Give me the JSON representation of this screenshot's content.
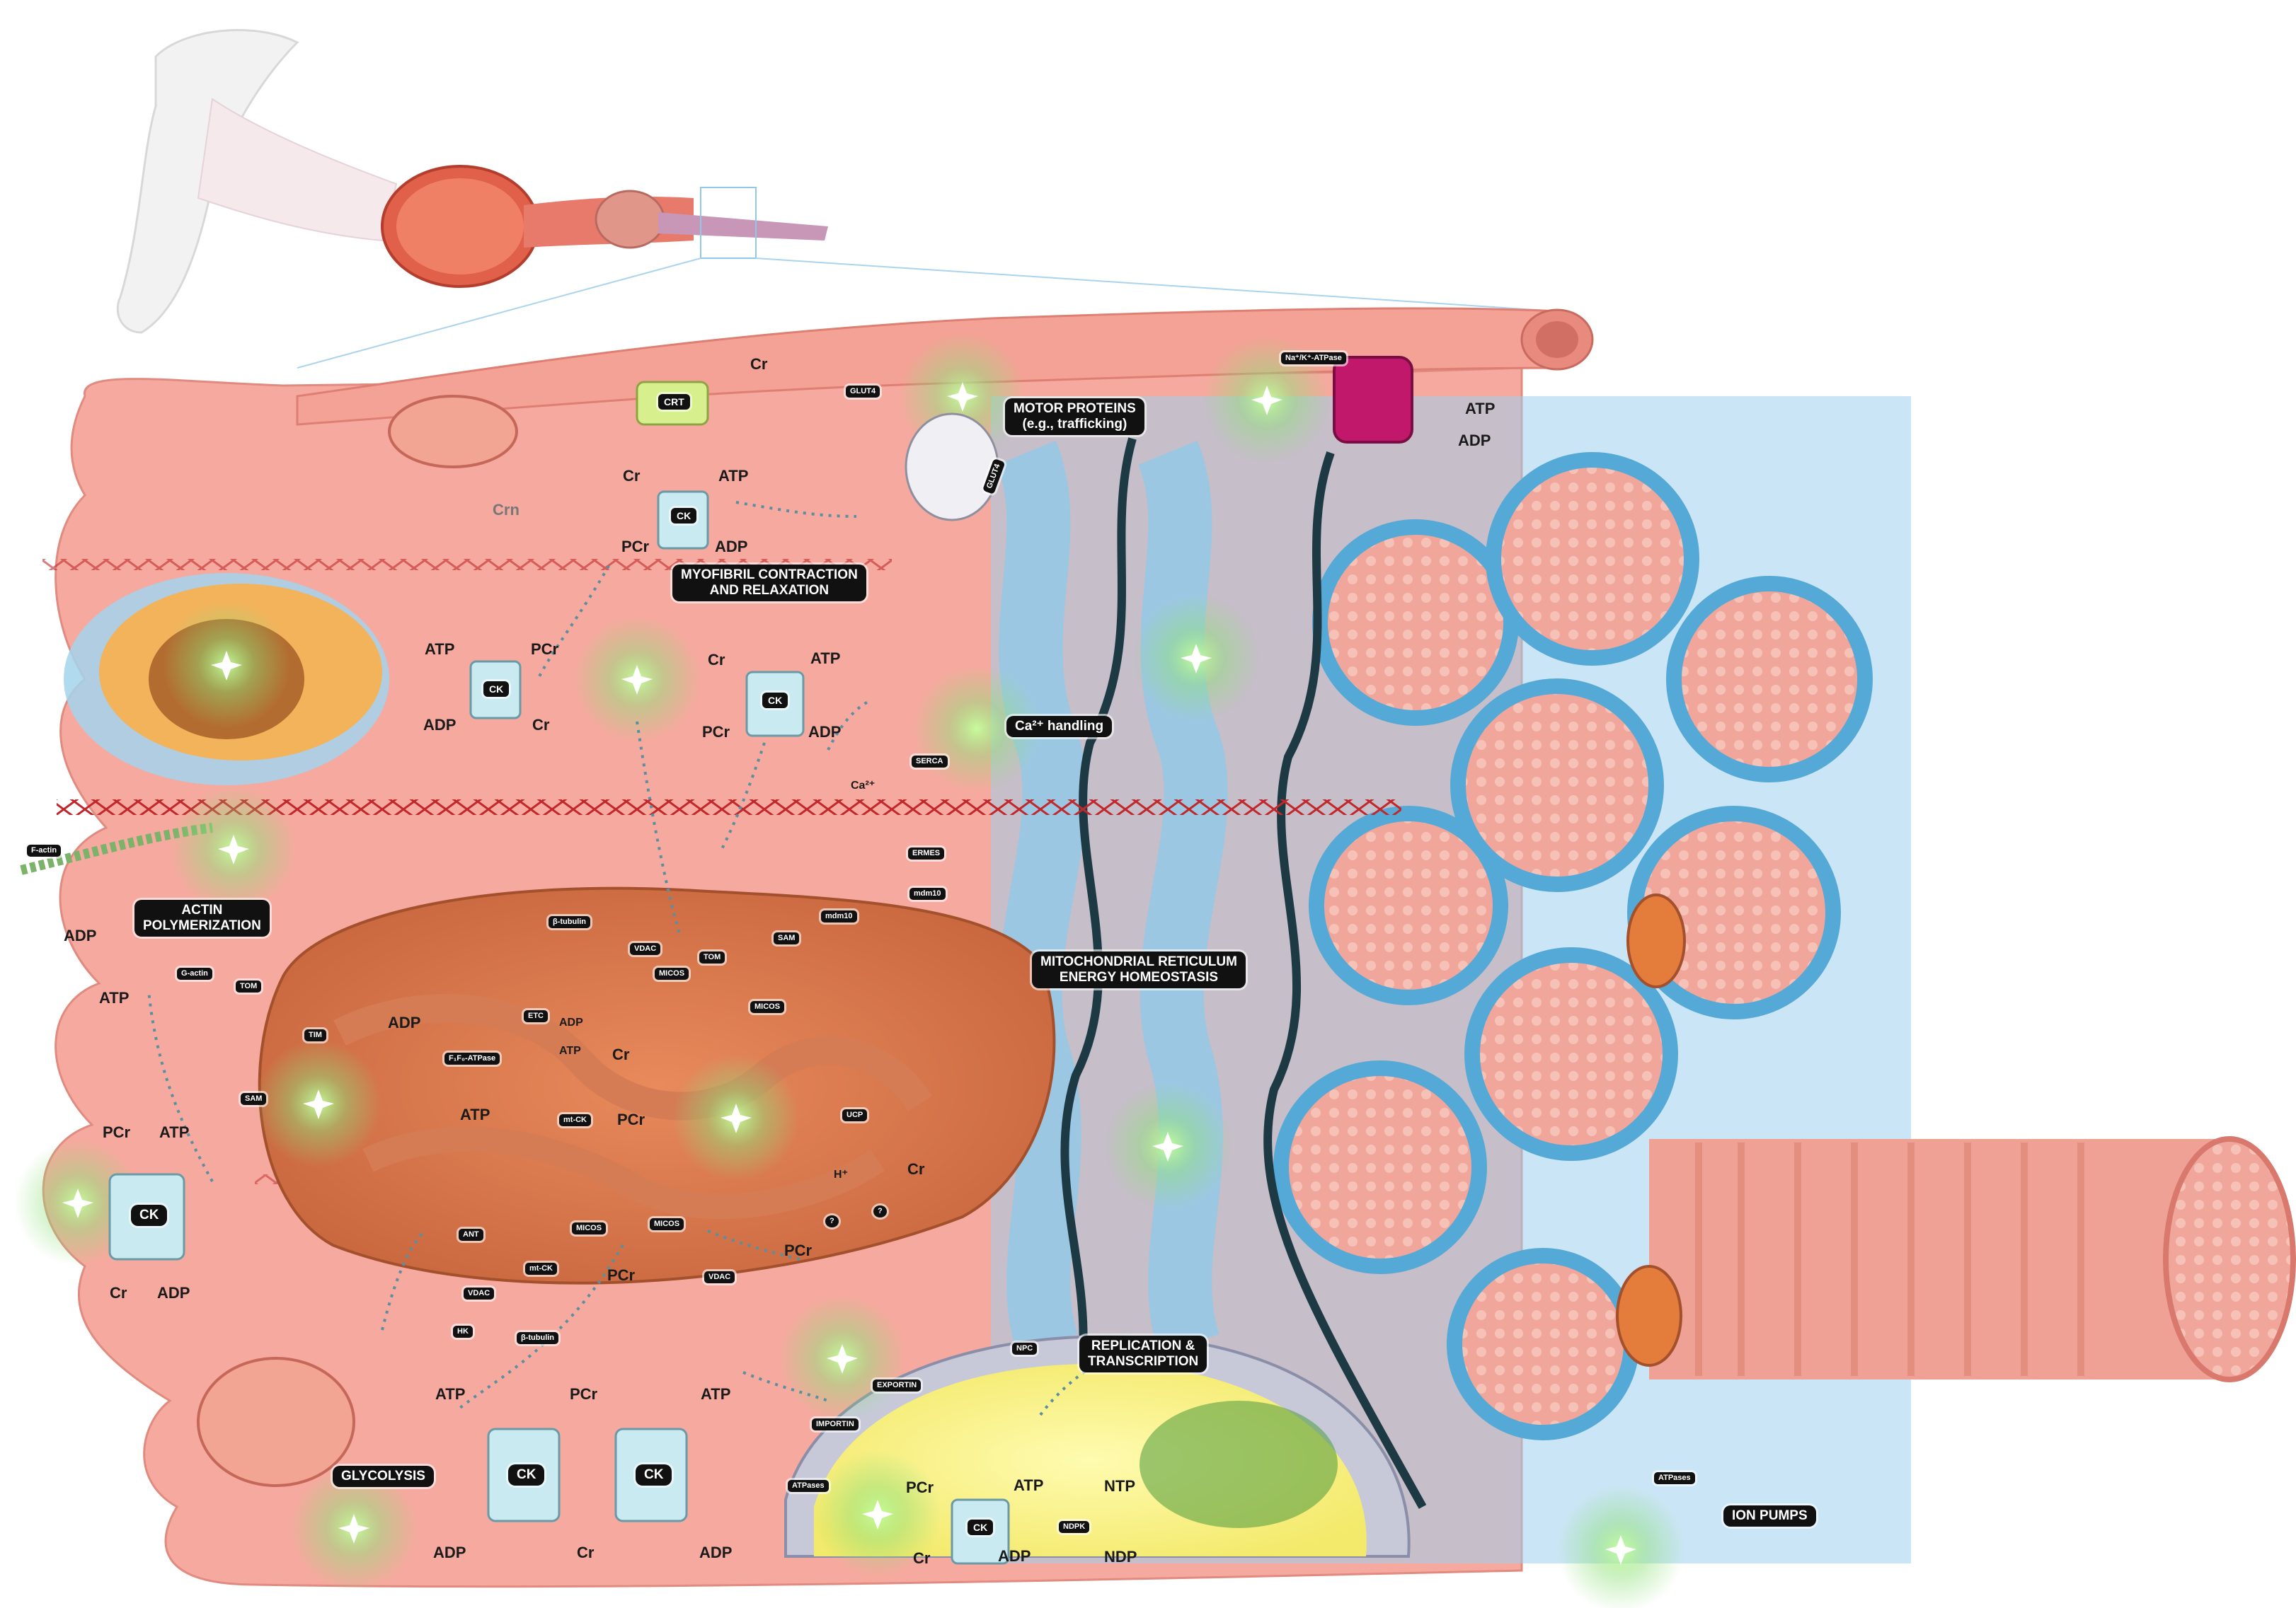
{
  "labels": {
    "motor_proteins_1": "MOTOR PROTEINS",
    "motor_proteins_2": "(e.g., trafficking)",
    "myofibril_1": "MYOFIBRIL CONTRACTION",
    "myofibril_2": "AND RELAXATION",
    "ca_handling": "Ca²⁺ handling",
    "actin_1": "ACTIN",
    "actin_2": "POLYMERIZATION",
    "mito_1": "MITOCHONDRIAL RETICULUM",
    "mito_2": "ENERGY HOMEOSTASIS",
    "replication_1": "REPLICATION &",
    "replication_2": "TRANSCRIPTION",
    "glycolysis": "GLYCOLYSIS",
    "ion_pumps": "ION PUMPS"
  },
  "proteins": {
    "crt": "CRT",
    "glut4": "GLUT4",
    "glut4_vesicle": "GLUT4",
    "nak_atpase": "Na⁺/K⁺-ATPase",
    "serca": "SERCA",
    "ermes": "ERMES",
    "mdm10_a": "mdm10",
    "mdm10_b": "mdm10",
    "sam_top": "SAM",
    "tom_top": "TOM",
    "vdac_top": "VDAC",
    "micos_1": "MICOS",
    "micos_2": "MICOS",
    "micos_3": "MICOS",
    "micos_4": "MICOS",
    "beta_tubulin_top": "β-tubulin",
    "beta_tubulin_bottom": "β-tubulin",
    "f_actin": "F-actin",
    "g_actin": "G-actin",
    "tom_left": "TOM",
    "tim_left": "TIM",
    "sam_left": "SAM",
    "etc": "ETC",
    "f1fo": "F₁F₀-ATPase",
    "mt_ck_1": "mt-CK",
    "mt_ck_2": "mt-CK",
    "ucp": "UCP",
    "ant": "ANT",
    "vdac_bottom_1": "VDAC",
    "vdac_bottom_2": "VDAC",
    "hk": "HK",
    "npc": "NPC",
    "exportin": "EXPORTIN",
    "importin": "IMPORTIN",
    "atpases_left": "ATPases",
    "atpases_right": "ATPases",
    "ndpk": "NDPK",
    "question_1": "?",
    "question_2": "?"
  },
  "ck_labels": {
    "ck_top": "CK",
    "ck_left_mid": "CK",
    "ck_mid": "CK",
    "ck_big_left": "CK",
    "ck_bottom_1": "CK",
    "ck_bottom_2": "CK",
    "ck_nucleus": "CK"
  },
  "metabolites": {
    "cr_top": "Cr",
    "crn": "Crn",
    "cr_ck_top": "Cr",
    "atp_ck_top": "ATP",
    "pcr_ck_top": "PCr",
    "adp_ck_top": "ADP",
    "atp_ck2": "ATP",
    "pcr_ck2": "PCr",
    "adp_ck2": "ADP",
    "cr_ck2": "Cr",
    "cr_ck3": "Cr",
    "atp_ck3": "ATP",
    "pcr_ck3": "PCr",
    "adp_ck3": "ADP",
    "adp_actin": "ADP",
    "atp_actin": "ATP",
    "pcr_big": "PCr",
    "atp_big": "ATP",
    "cr_big": "Cr",
    "adp_big": "ADP",
    "adp_etc": "ADP",
    "adp_small": "ADP",
    "atp_small": "ATP",
    "cr_mtck": "Cr",
    "atp_mtck": "ATP",
    "pcr_mtck": "PCr",
    "h_plus": "H⁺",
    "pcr_vdac": "PCr",
    "pcr_right": "PCr",
    "cr_right": "Cr",
    "atp_glyc": "ATP",
    "adp_glyc": "ADP",
    "pcr_ck4": "PCr",
    "cr_ck4": "Cr",
    "atp_ck5": "ATP",
    "adp_ck5": "ADP",
    "pcr_nuc": "PCr",
    "cr_nuc": "Cr",
    "atp_nuc": "ATP",
    "adp_nuc": "ADP",
    "ntp": "NTP",
    "ndp": "NDP",
    "atp_nak": "ATP",
    "adp_nak": "ADP",
    "ca_ion": "Ca²⁺"
  }
}
